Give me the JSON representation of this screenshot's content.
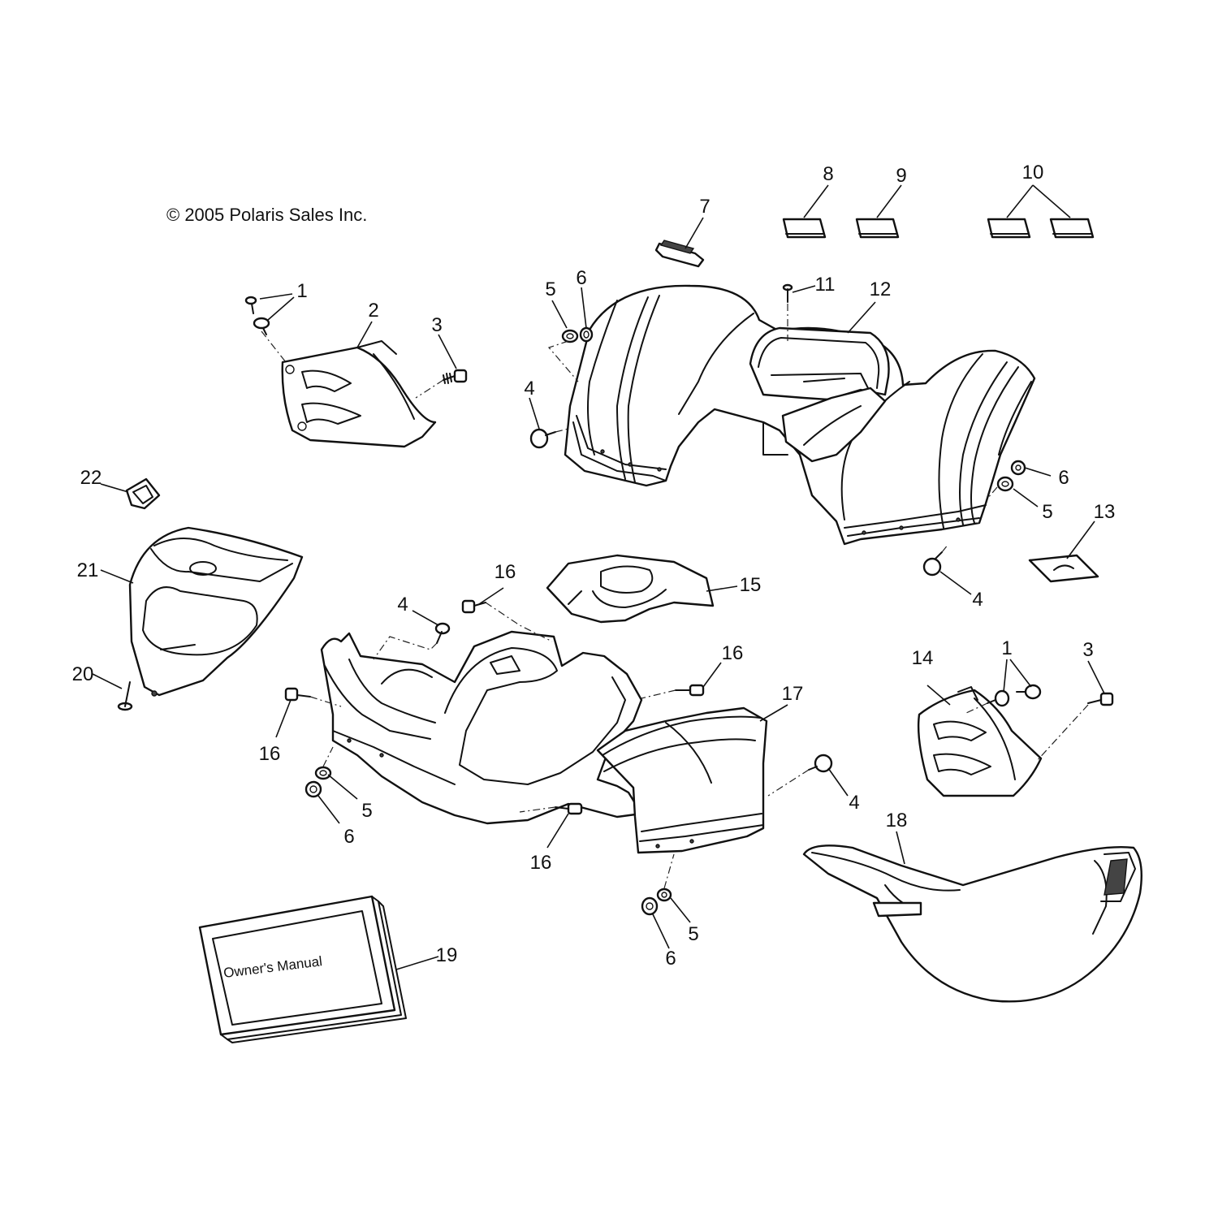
{
  "copyright": "© 2005 Polaris Sales Inc.",
  "manual_label": "Owner's Manual",
  "callouts": [
    "1",
    "1",
    "2",
    "3",
    "3",
    "4",
    "4",
    "4",
    "4",
    "5",
    "5",
    "5",
    "5",
    "6",
    "6",
    "6",
    "6",
    "7",
    "8",
    "9",
    "10",
    "11",
    "12",
    "13",
    "14",
    "15",
    "16",
    "16",
    "16",
    "16",
    "17",
    "18",
    "19",
    "20",
    "21",
    "22"
  ]
}
